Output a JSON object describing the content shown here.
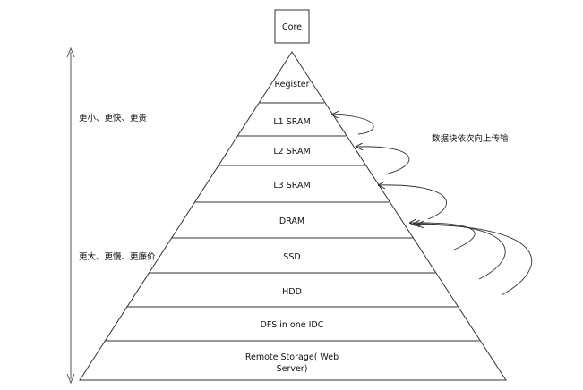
{
  "core": "Core",
  "levels": [
    "Register",
    "L1 SRAM",
    "L2 SRAM",
    "L3 SRAM",
    "DRAM",
    "SSD",
    "HDD",
    "DFS in one IDC",
    "Remote Storage( Web",
    "Server)"
  ],
  "side_labels": {
    "top": "更小、更快、更贵",
    "bottom": "更大、更慢、更廉价"
  },
  "transfer_label": "数据块依次向上传输"
}
